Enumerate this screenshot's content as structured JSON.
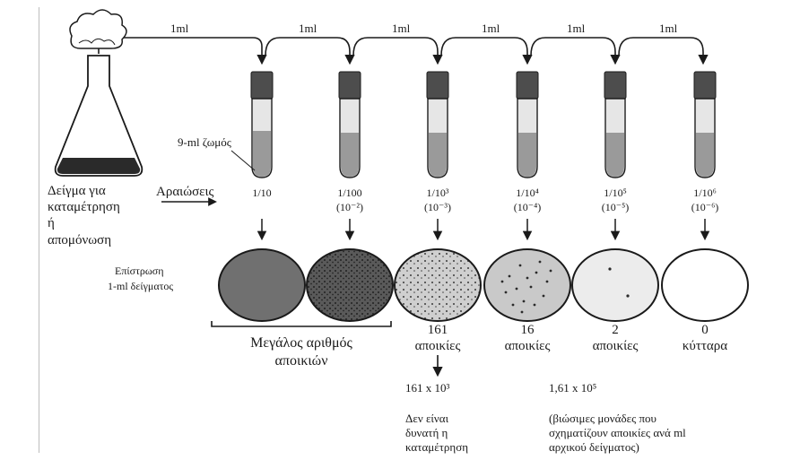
{
  "transfer_label": "1ml",
  "flask": {
    "label": [
      "Δείγμα για",
      "καταμέτρηση",
      "ή",
      "απομόνωση"
    ]
  },
  "broth_label": "9-ml ζωμός",
  "dilutions_label": "Αραιώσεις",
  "plating_label": [
    "Επίστρωση",
    "1-ml δείγματος"
  ],
  "tubes": [
    {
      "dilution": "1/10",
      "exponent_note": ""
    },
    {
      "dilution": "1/100",
      "exponent_note": "(10⁻²)"
    },
    {
      "dilution": "1/10³",
      "exponent_note": "(10⁻³)"
    },
    {
      "dilution": "1/10⁴",
      "exponent_note": "(10⁻⁴)"
    },
    {
      "dilution": "1/10⁵",
      "exponent_note": "(10⁻⁵)"
    },
    {
      "dilution": "1/10⁶",
      "exponent_note": "(10⁻⁶)"
    }
  ],
  "plates": [
    {
      "count": "",
      "unit": "",
      "shade": "#6f6f6f"
    },
    {
      "count": "",
      "unit": "",
      "shade": "#4a4a4a"
    },
    {
      "count": "161",
      "unit": "αποικίες",
      "shade": "#d2d2d2"
    },
    {
      "count": "16",
      "unit": "αποικίες",
      "shade": "#c9c9c9"
    },
    {
      "count": "2",
      "unit": "αποικίες",
      "shade": "#ececec"
    },
    {
      "count": "0",
      "unit": "κύτταρα",
      "shade": "#ffffff"
    }
  ],
  "many_colonies_label": [
    "Μεγάλος αριθμός",
    "αποικιών"
  ],
  "calc_left": {
    "value": "161 x 10³",
    "note": [
      "Δεν είναι",
      "δυνατή η",
      "καταμέτρηση"
    ]
  },
  "calc_right": {
    "value": "1,61 x 10⁵",
    "note": [
      "(βιώσιμες μονάδες που",
      "σχηματίζουν αποικίες ανά ml",
      "αρχικού δείγματος)"
    ]
  }
}
